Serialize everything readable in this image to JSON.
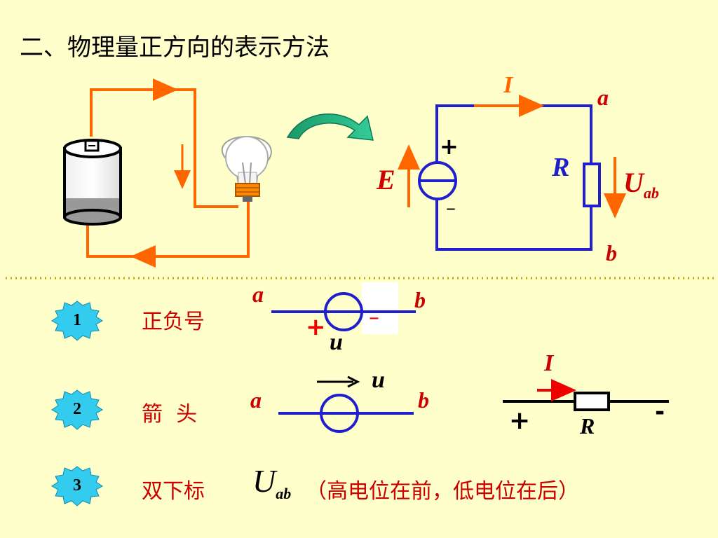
{
  "title": "二、物理量正方向的表示方法",
  "circuit": {
    "label_I": "I",
    "label_a": "a",
    "label_b": "b",
    "label_R": "R",
    "label_E": "E",
    "label_plus": "+",
    "label_minus": "–",
    "label_U": "U",
    "label_U_sub": "ab"
  },
  "methods": [
    {
      "num": "1",
      "label": "正负号",
      "a": "a",
      "b": "b",
      "plus": "+",
      "minus": "–",
      "var": "u"
    },
    {
      "num": "2",
      "label": "箭  头",
      "a": "a",
      "b": "b",
      "var": "u",
      "r_label": "R",
      "i_label": "I",
      "plus": "+",
      "minus": "-"
    },
    {
      "num": "3",
      "label": "双下标",
      "U": "U",
      "U_sub": "ab",
      "note": "（高电位在前，低电位在后）"
    }
  ],
  "colors": {
    "background": "#FFFFCC",
    "wire_blue": "#1F1FCC",
    "arrow_orange": "#FF6600",
    "label_red": "#CC0000",
    "badge_cyan": "#33CCEE",
    "divider": "#C8A000"
  }
}
